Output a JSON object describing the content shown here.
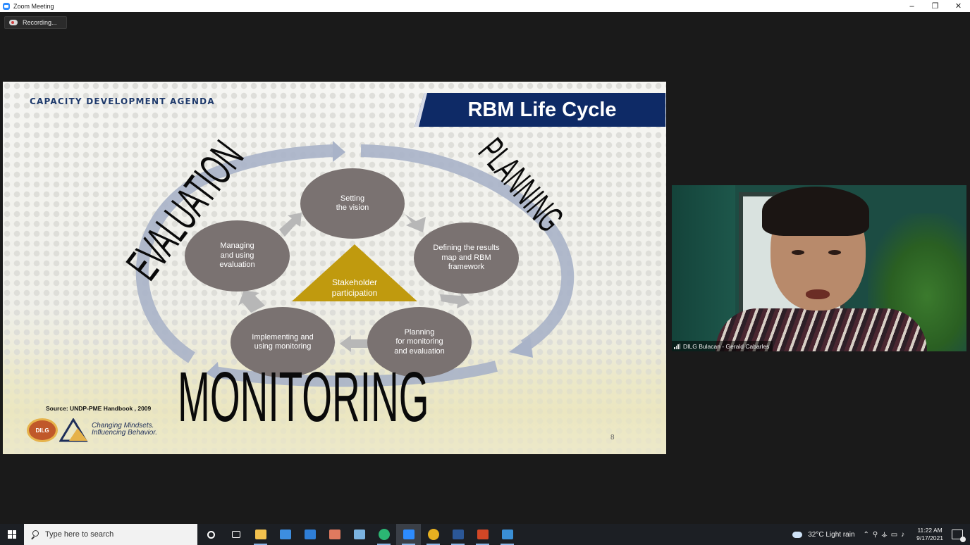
{
  "window": {
    "title": "Zoom Meeting",
    "minimize": "–",
    "restore": "❐",
    "close": "✕"
  },
  "recording": {
    "label": "Recording..."
  },
  "slide": {
    "header": "CAPACITY  DEVELOPMENT  AGENDA",
    "banner_title": "RBM Life Cycle",
    "labels": {
      "evaluation": "EVALUATION",
      "planning": "PLANNING",
      "monitoring": "MONITORING"
    },
    "steps": [
      "Setting\nthe vision",
      "Defining the results\nmap and RBM\nframework",
      "Planning\nfor monitoring\nand evaluation",
      "Implementing and\nusing monitoring",
      "Managing\nand  using\nevaluation"
    ],
    "center": "Stakeholder\nparticipation",
    "source": "Source: UNDP-PME Handbook , 2009",
    "logo_text": "DILG",
    "tagline": "Changing Mindsets.\n    Influencing Behavior.",
    "page_number": "8",
    "colors": {
      "banner": "#0e2a66",
      "ellipse": "#7a7271",
      "triangle": "#c09a0e",
      "arrow": "#a9b3c8"
    }
  },
  "participant": {
    "name": "DILG Bulacan - Gerald Cabarles"
  },
  "taskbar": {
    "search_placeholder": "Type here to search",
    "apps": [
      {
        "name": "cortana-icon",
        "color": "#ffffff"
      },
      {
        "name": "task-view-icon",
        "color": "#ffffff"
      },
      {
        "name": "file-explorer-icon",
        "color": "#f2c14e"
      },
      {
        "name": "store-icon",
        "color": "#3d8ee0"
      },
      {
        "name": "mail-icon",
        "color": "#2f7fd8"
      },
      {
        "name": "paint-icon",
        "color": "#e07a5f"
      },
      {
        "name": "notepad-icon",
        "color": "#7bb3e0"
      },
      {
        "name": "edge-icon",
        "color": "#2bb673"
      },
      {
        "name": "zoom-icon",
        "color": "#2d8cff"
      },
      {
        "name": "chrome-icon",
        "color": "#e6b020"
      },
      {
        "name": "word-icon",
        "color": "#2b5797"
      },
      {
        "name": "powerpoint-icon",
        "color": "#d24726"
      },
      {
        "name": "photos-icon",
        "color": "#3a8fd6"
      }
    ],
    "weather": "32°C  Light rain",
    "time": "11:22 AM",
    "date": "9/17/2021"
  }
}
